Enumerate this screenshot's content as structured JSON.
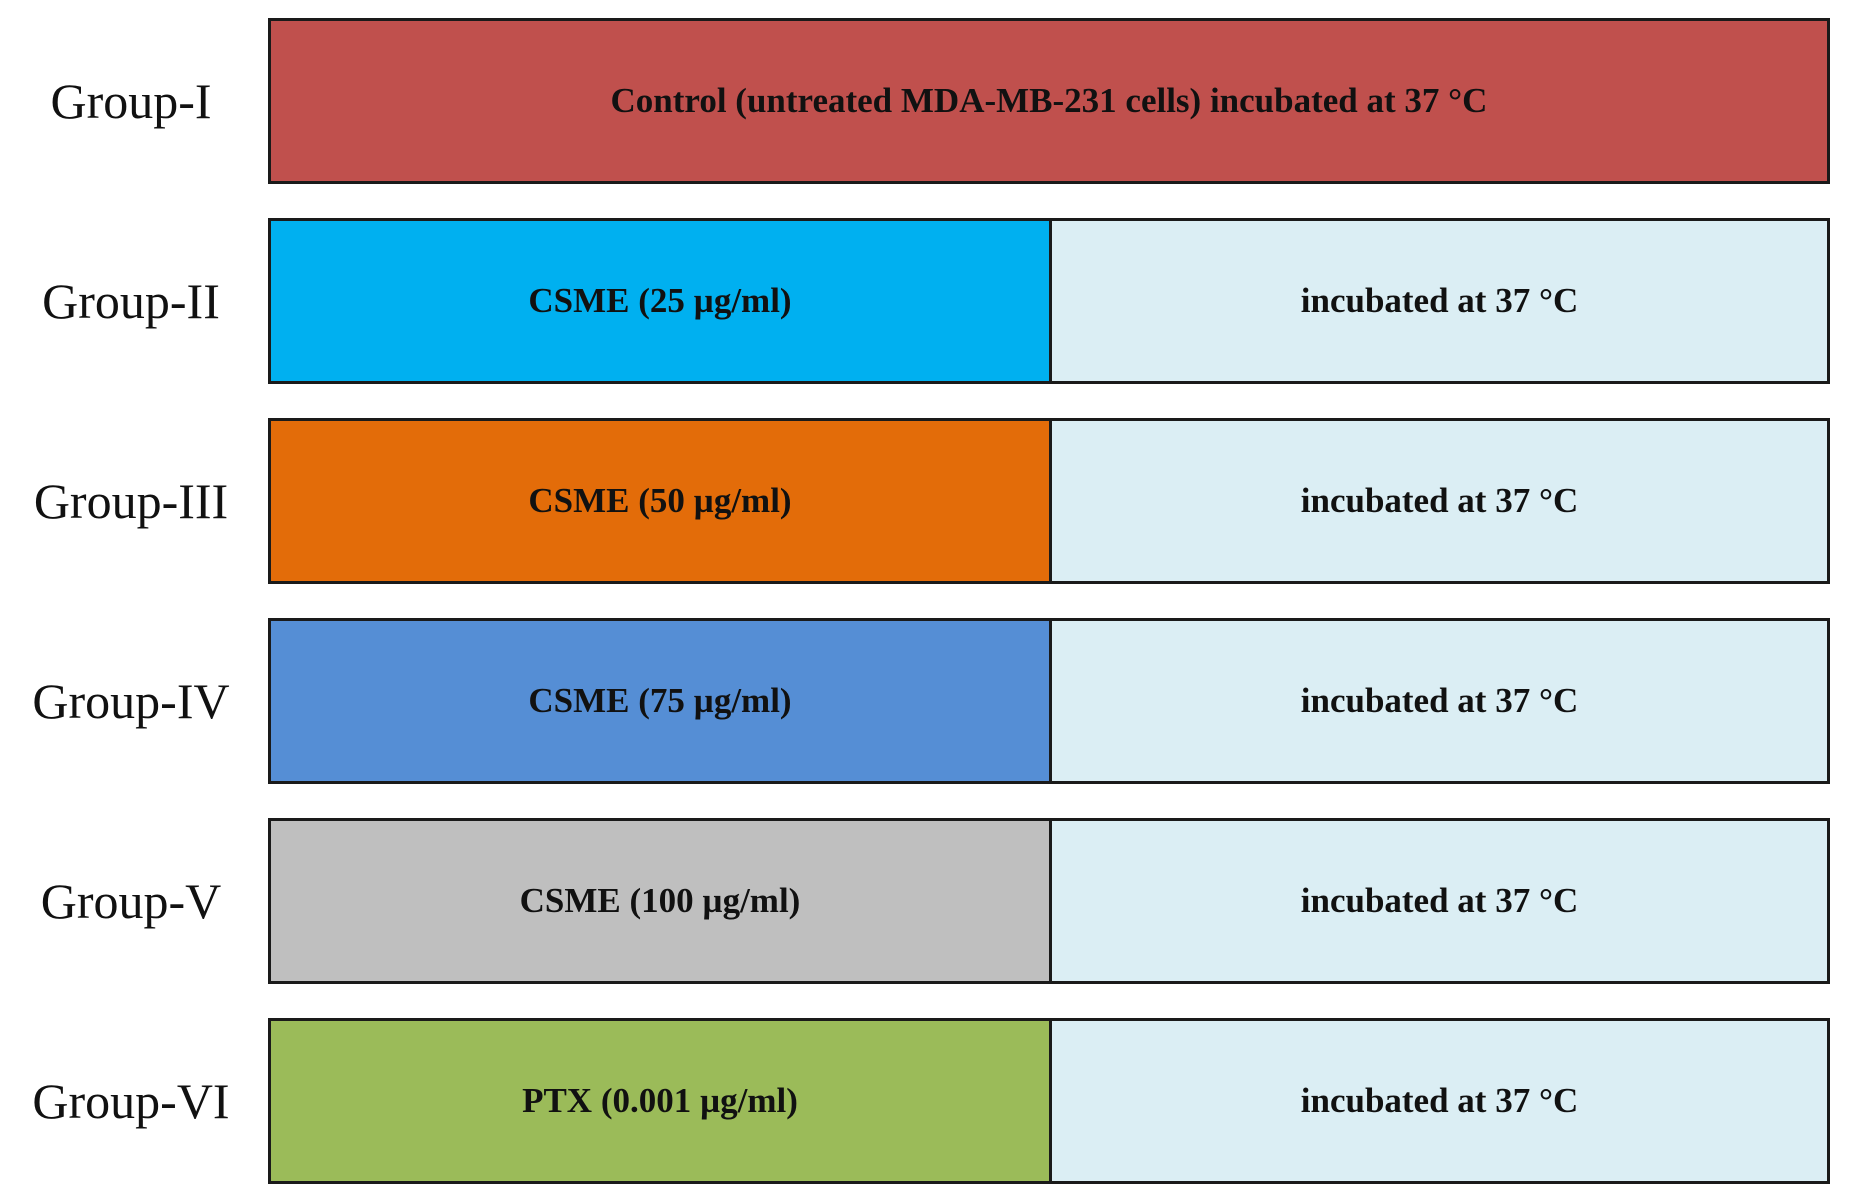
{
  "groups": [
    {
      "label": "Group-I",
      "segments": [
        {
          "text": "Control (untreated MDA-MB-231 cells) incubated at 37 °C",
          "color": "#c0504d"
        }
      ]
    },
    {
      "label": "Group-II",
      "segments": [
        {
          "text": "CSME (25 µg/ml)",
          "color": "#00b0f0"
        },
        {
          "text": "incubated at 37 °C",
          "color": "#dbeef4"
        }
      ]
    },
    {
      "label": "Group-III",
      "segments": [
        {
          "text": "CSME (50 µg/ml)",
          "color": "#e36c09"
        },
        {
          "text": "incubated at 37 °C",
          "color": "#dbeef4"
        }
      ]
    },
    {
      "label": "Group-IV",
      "segments": [
        {
          "text": "CSME (75 µg/ml)",
          "color": "#558ed5"
        },
        {
          "text": "incubated at 37 °C",
          "color": "#dbeef4"
        }
      ]
    },
    {
      "label": "Group-V",
      "segments": [
        {
          "text": "CSME (100 µg/ml)",
          "color": "#bfbfbf"
        },
        {
          "text": "incubated at 37 °C",
          "color": "#dbeef4"
        }
      ]
    },
    {
      "label": "Group-VI",
      "segments": [
        {
          "text": "PTX (0.001 µg/ml)",
          "color": "#9bbb59"
        },
        {
          "text": "incubated at 37 °C",
          "color": "#dbeef4"
        }
      ]
    }
  ]
}
